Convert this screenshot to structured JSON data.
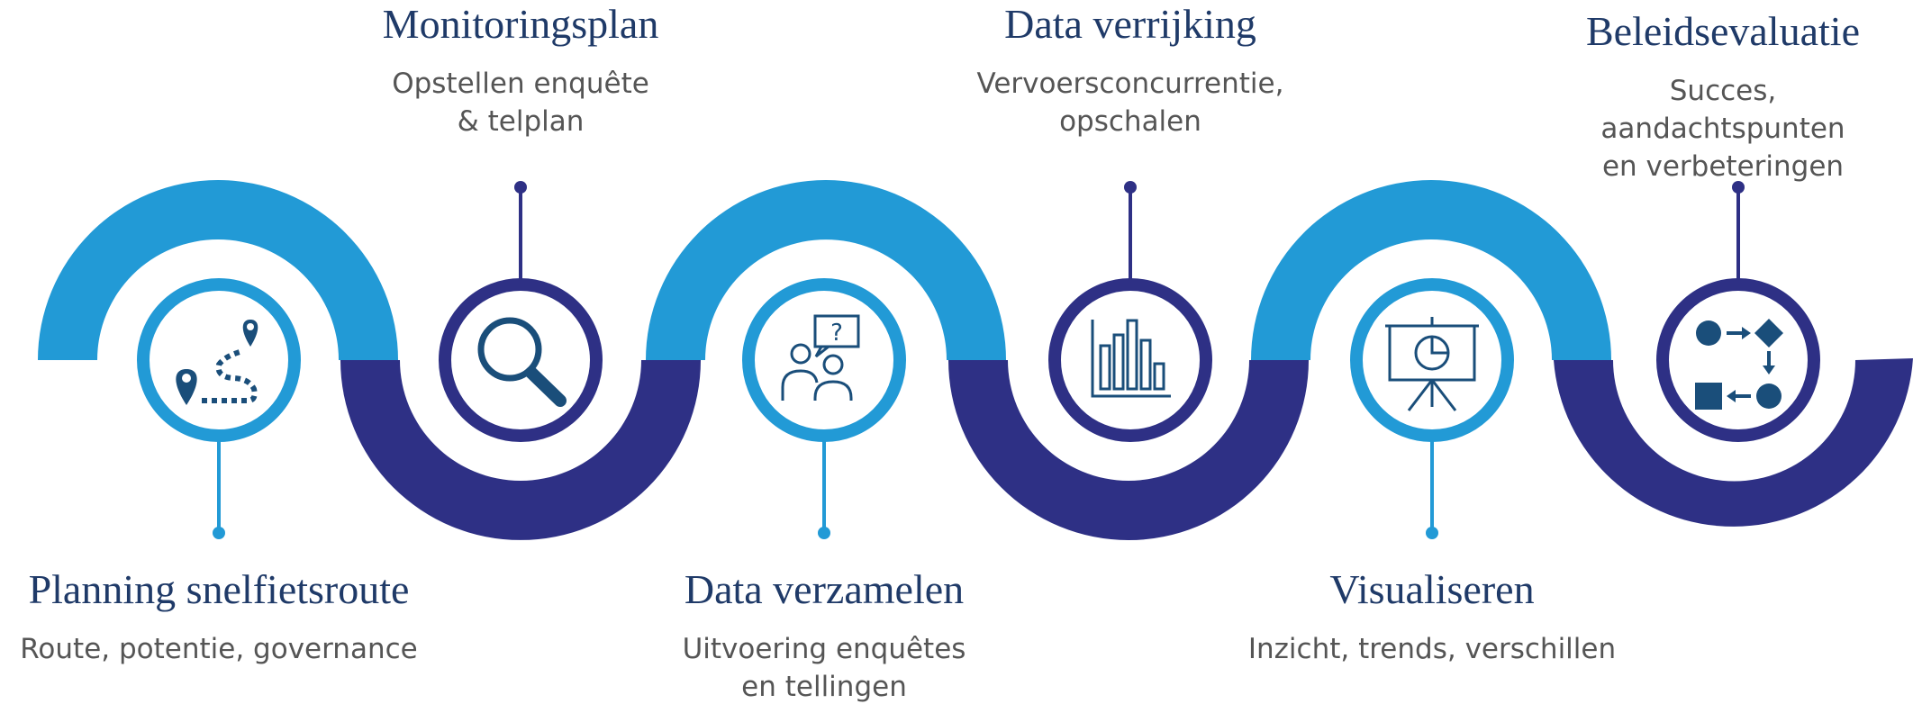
{
  "colors": {
    "light_blue": "#229ad6",
    "dark_blue": "#2e3085",
    "title_text": "#1f3a68",
    "body_text": "#555555",
    "icon_navy": "#1a4e7a"
  },
  "steps": [
    {
      "title": "Planning snelfietsroute",
      "description": "Route, potentie, governance",
      "icon": "route-map-pins-icon"
    },
    {
      "title": "Monitoringsplan",
      "description": "Opstellen enquête\n& telplan",
      "icon": "magnifier-icon"
    },
    {
      "title": "Data verzamelen",
      "description": "Uitvoering enquêtes\nen tellingen",
      "icon": "survey-people-question-icon"
    },
    {
      "title": "Data verrijking",
      "description": "Vervoersconcurrentie,\nopschalen",
      "icon": "bar-chart-icon"
    },
    {
      "title": "Visualiseren",
      "description": "Inzicht, trends, verschillen",
      "icon": "presentation-board-icon"
    },
    {
      "title": "Beleidsevaluatie",
      "description": "Succes, aandachtspunten\nen verbeteringen",
      "icon": "process-flow-icon"
    }
  ]
}
